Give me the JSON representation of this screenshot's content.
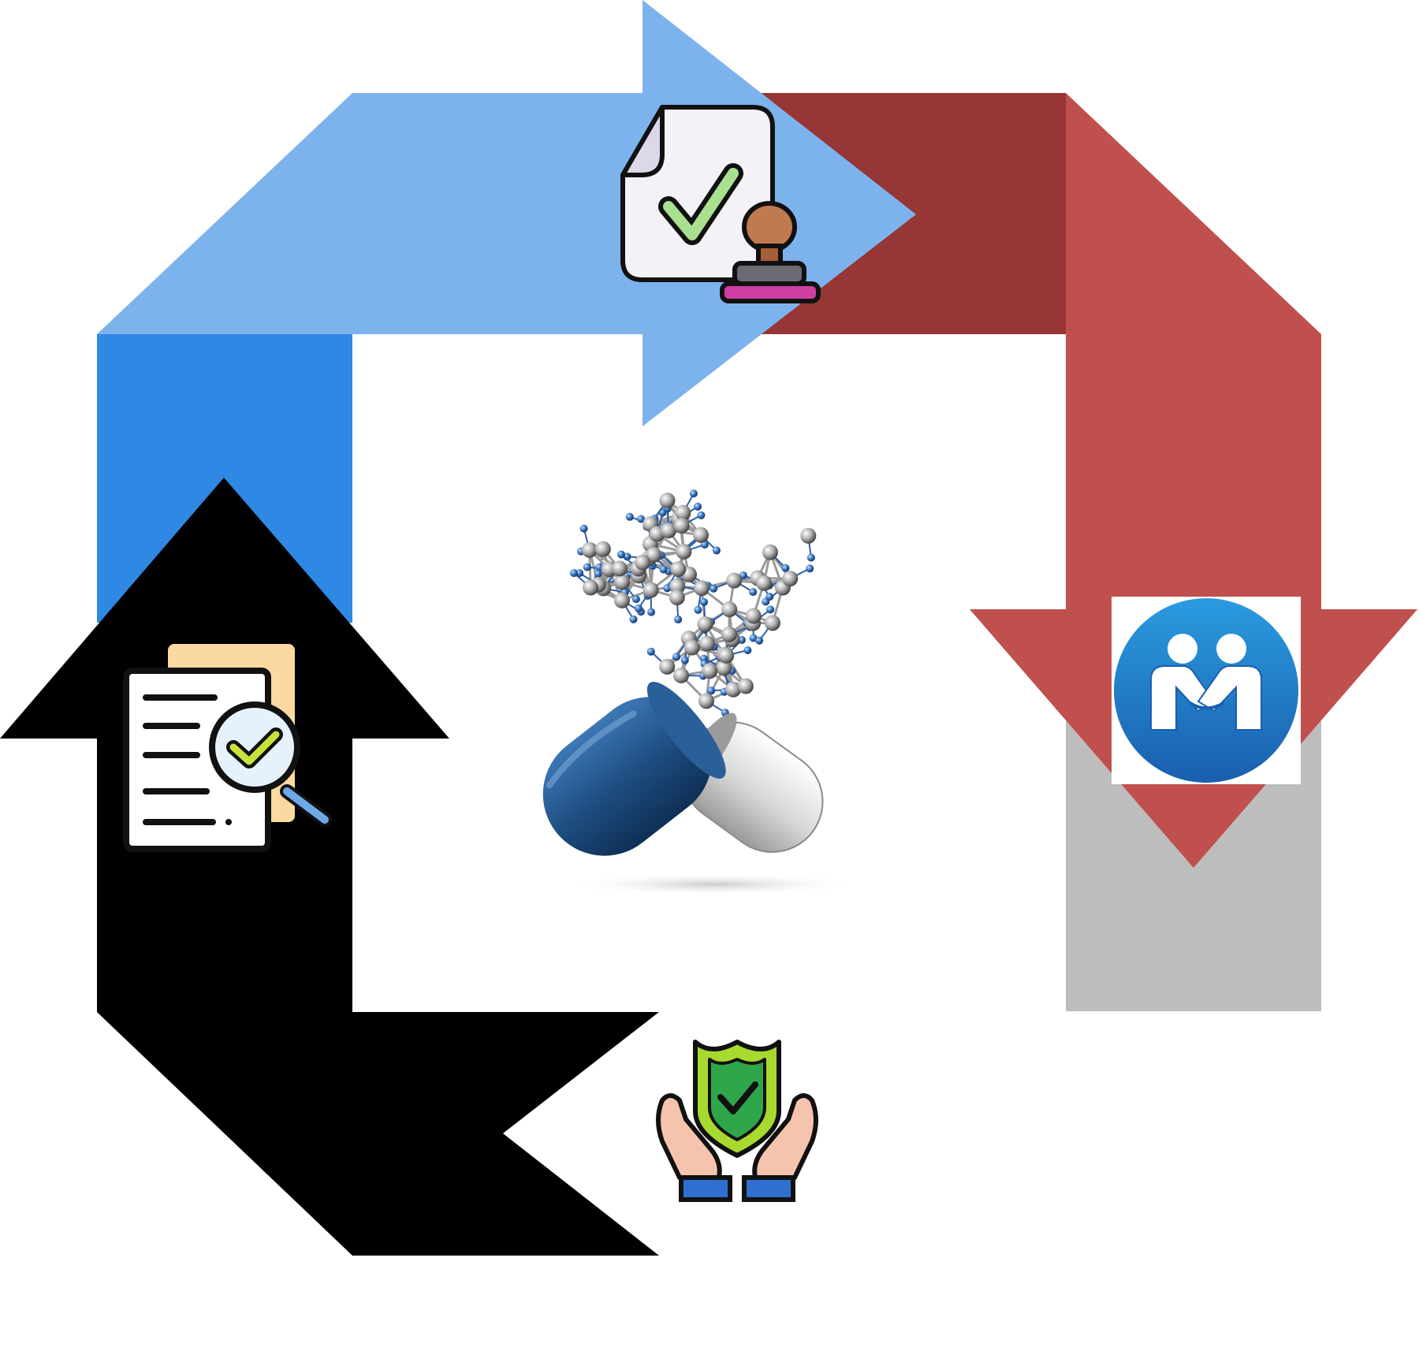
{
  "diagram": {
    "type": "cycle",
    "arrows": [
      {
        "id": "approval",
        "color": "#7db3ec",
        "shade": "#2f88e3",
        "icon": "approved-document-stamp-icon"
      },
      {
        "id": "partnership",
        "color": "#c0504d",
        "shade": "#963636",
        "icon": "handshake-icon"
      },
      {
        "id": "protection",
        "color": "#000000",
        "shade": "#bdbdbd",
        "icon": "shield-hands-icon"
      },
      {
        "id": "review",
        "color": "#000000",
        "shade": "#000000",
        "icon": "document-review-magnifier-icon"
      }
    ],
    "center": {
      "icon": "capsule-molecule-icon",
      "capsule_colors": [
        "#1e4e82",
        "#d9d9d9"
      ]
    }
  }
}
